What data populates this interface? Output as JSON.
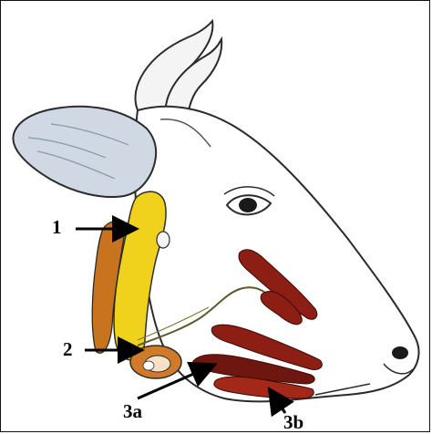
{
  "labels": {
    "label_1": "1",
    "label_2": "2",
    "label_3a": "3a",
    "label_3b": "3b"
  },
  "colors": {
    "background": "#ffffff",
    "outline": "#2b2b2b",
    "ear_fill": "#cfd8e3",
    "gland_yellow": "#f0d21c",
    "gland_orange": "#c8731e",
    "node_orange": "#d07a2a",
    "gland_red": "#8c1e14",
    "duct_green": "#5b5a2a",
    "arrow": "#000000"
  }
}
